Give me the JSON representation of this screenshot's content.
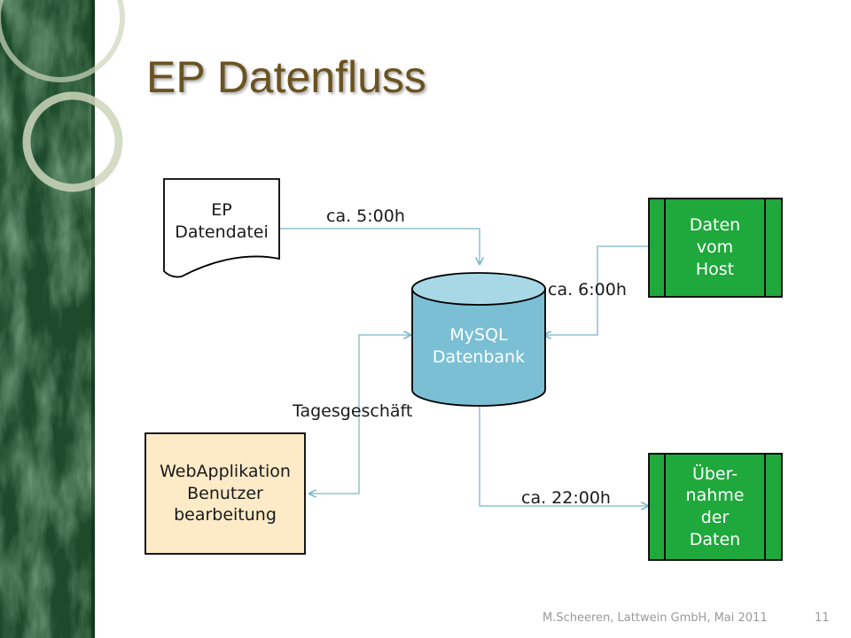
{
  "slide": {
    "title": "EP Datenfluss",
    "footer_text": "M.Scheeren, Lattwein GmbH, Mai 2011",
    "page_number": "11"
  },
  "colors": {
    "title": "#6b5321",
    "database_fill": "#7bbfd4",
    "process_fill": "#1fa83c",
    "webapp_fill": "#fdebc7",
    "connector": "#7ab8c8"
  },
  "diagram": {
    "nodes": {
      "ep_datendatei": {
        "lines": [
          "EP",
          "Datendatei"
        ]
      },
      "mysql_datenbank": {
        "lines": [
          "MySQL",
          "Datenbank"
        ]
      },
      "daten_vom_host": {
        "lines": [
          "Daten",
          "vom",
          "Host"
        ]
      },
      "webapplikation": {
        "lines": [
          "WebApplikation",
          "Benutzer",
          "bearbeitung"
        ]
      },
      "uebernahme_der_daten": {
        "lines": [
          "Über-",
          "nahme",
          "der",
          "Daten"
        ]
      }
    },
    "edges": {
      "datei_to_db": {
        "label": "ca. 5:00h"
      },
      "host_to_db": {
        "label": "ca. 6:00h"
      },
      "db_webapp": {
        "label": "Tagesgeschäft"
      },
      "db_to_uebernahme": {
        "label": "ca. 22:00h"
      }
    }
  }
}
